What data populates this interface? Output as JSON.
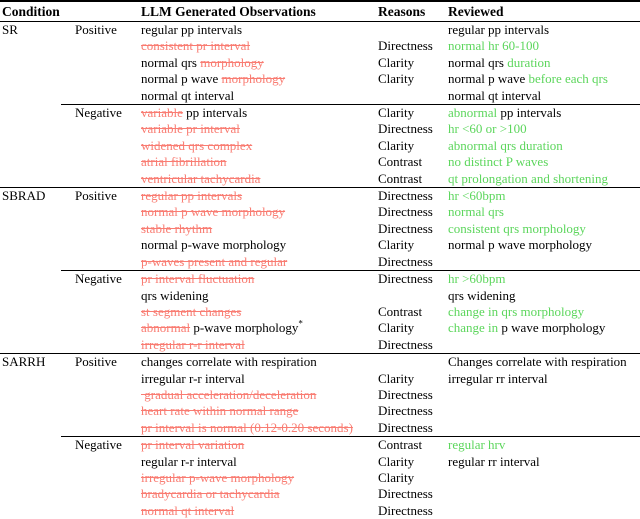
{
  "table": {
    "columns": {
      "condition": "Condition",
      "polarity": "",
      "observations": "LLM Generated Observations",
      "reasons": "Reasons",
      "reviewed": "Reviewed"
    },
    "colors": {
      "removed_text": "#f97c72",
      "added_text": "#5cd65c",
      "text": "#000000",
      "rule": "#000000"
    },
    "sections": [
      {
        "condition": "SR",
        "groups": [
          {
            "polarity": "Positive",
            "rows": [
              {
                "obs": [
                  [
                    "regular pp intervals",
                    "plain"
                  ]
                ],
                "reason": "",
                "rev": [
                  [
                    "regular pp intervals",
                    "plain"
                  ]
                ]
              },
              {
                "obs": [
                  [
                    "consistent pr interval",
                    "del"
                  ]
                ],
                "reason": "Directness",
                "rev": [
                  [
                    "normal hr 60-100",
                    "add"
                  ]
                ]
              },
              {
                "obs": [
                  [
                    "normal qrs ",
                    "plain"
                  ],
                  [
                    "morphology",
                    "del"
                  ]
                ],
                "reason": "Clarity",
                "rev": [
                  [
                    "normal qrs ",
                    "plain"
                  ],
                  [
                    "duration",
                    "add"
                  ]
                ]
              },
              {
                "obs": [
                  [
                    "normal p wave ",
                    "plain"
                  ],
                  [
                    "morphology",
                    "del"
                  ]
                ],
                "reason": "Clarity",
                "rev": [
                  [
                    "normal p wave ",
                    "plain"
                  ],
                  [
                    "before each qrs",
                    "add"
                  ]
                ]
              },
              {
                "obs": [
                  [
                    "normal qt interval",
                    "plain"
                  ]
                ],
                "reason": "",
                "rev": [
                  [
                    "normal qt interval",
                    "plain"
                  ]
                ]
              }
            ]
          },
          {
            "polarity": "Negative",
            "rows": [
              {
                "obs": [
                  [
                    "variable",
                    "del"
                  ],
                  [
                    " pp intervals",
                    "plain"
                  ]
                ],
                "reason": "Clarity",
                "rev": [
                  [
                    "abnormal",
                    "add"
                  ],
                  [
                    " pp intervals",
                    "plain"
                  ]
                ]
              },
              {
                "obs": [
                  [
                    "variable pr interval",
                    "del"
                  ]
                ],
                "reason": "Directness",
                "rev": [
                  [
                    "hr <60 or >100",
                    "add"
                  ]
                ]
              },
              {
                "obs": [
                  [
                    "widened qrs complex",
                    "del"
                  ]
                ],
                "reason": "Clarity",
                "rev": [
                  [
                    "abnormal qrs duration",
                    "add"
                  ]
                ]
              },
              {
                "obs": [
                  [
                    "atrial fibrillation",
                    "del"
                  ]
                ],
                "reason": "Contrast",
                "rev": [
                  [
                    "no distinct P waves",
                    "add"
                  ]
                ]
              },
              {
                "obs": [
                  [
                    "ventricular tachycardia",
                    "del"
                  ]
                ],
                "reason": "Contrast",
                "rev": [
                  [
                    "qt prolongation and shortening",
                    "add"
                  ]
                ]
              }
            ]
          }
        ]
      },
      {
        "condition": "SBRAD",
        "groups": [
          {
            "polarity": "Positive",
            "rows": [
              {
                "obs": [
                  [
                    "regular pp intervals",
                    "del"
                  ]
                ],
                "reason": "Directness",
                "rev": [
                  [
                    "hr <60bpm",
                    "add"
                  ]
                ]
              },
              {
                "obs": [
                  [
                    "normal p wave morphology",
                    "del"
                  ]
                ],
                "reason": "Directness",
                "rev": [
                  [
                    "normal qrs",
                    "add"
                  ]
                ]
              },
              {
                "obs": [
                  [
                    "stable rhythm",
                    "del"
                  ]
                ],
                "reason": "Directness",
                "rev": [
                  [
                    "consistent qrs morphology",
                    "add"
                  ]
                ]
              },
              {
                "obs": [
                  [
                    "normal p-wave morphology",
                    "plain"
                  ]
                ],
                "reason": "Clarity",
                "rev": [
                  [
                    "normal p wave morphology",
                    "plain"
                  ]
                ]
              },
              {
                "obs": [
                  [
                    "p-waves present and regular",
                    "del"
                  ]
                ],
                "reason": "Directness",
                "rev": []
              }
            ]
          },
          {
            "polarity": "Negative",
            "rows": [
              {
                "obs": [
                  [
                    "pr interval fluctuation",
                    "del"
                  ]
                ],
                "reason": "Directness",
                "rev": [
                  [
                    "hr >60bpm",
                    "add"
                  ]
                ]
              },
              {
                "obs": [
                  [
                    "qrs widening",
                    "plain"
                  ]
                ],
                "reason": "",
                "rev": [
                  [
                    "qrs widening",
                    "plain"
                  ]
                ]
              },
              {
                "obs": [
                  [
                    "st segment changes",
                    "del"
                  ]
                ],
                "reason": "Contrast",
                "rev": [
                  [
                    "change in qrs morphology",
                    "add"
                  ]
                ]
              },
              {
                "obs": [
                  [
                    "abnormal",
                    "del"
                  ],
                  [
                    " p-wave morphology",
                    "plain"
                  ],
                  [
                    "*",
                    "sup"
                  ]
                ],
                "reason": "Clarity",
                "rev": [
                  [
                    "change in ",
                    "add"
                  ],
                  [
                    "p wave morphology",
                    "plain"
                  ]
                ]
              },
              {
                "obs": [
                  [
                    "irregular r-r interval",
                    "del"
                  ]
                ],
                "reason": "Directness",
                "rev": []
              }
            ]
          }
        ]
      },
      {
        "condition": "SARRH",
        "groups": [
          {
            "polarity": "Positive",
            "rows": [
              {
                "obs": [
                  [
                    "changes correlate with respiration",
                    "plain"
                  ]
                ],
                "reason": "",
                "rev": [
                  [
                    "Changes correlate with respiration",
                    "plain"
                  ]
                ]
              },
              {
                "obs": [
                  [
                    "irregular r-r interval",
                    "plain"
                  ]
                ],
                "reason": "Clarity",
                "rev": [
                  [
                    "irregular rr interval",
                    "plain"
                  ]
                ]
              },
              {
                "obs": [
                  [
                    " gradual acceleration/deceleration",
                    "del"
                  ]
                ],
                "reason": "Directness",
                "rev": []
              },
              {
                "obs": [
                  [
                    "heart rate within normal range",
                    "del"
                  ]
                ],
                "reason": "Directness",
                "rev": []
              },
              {
                "obs": [
                  [
                    "pr interval is normal (0.12-0.20 seconds)",
                    "del"
                  ]
                ],
                "reason": "Directness",
                "rev": []
              }
            ]
          },
          {
            "polarity": "Negative",
            "rows": [
              {
                "obs": [
                  [
                    "pr interval variation",
                    "del"
                  ]
                ],
                "reason": "Contrast",
                "rev": [
                  [
                    "regular hrv",
                    "add"
                  ]
                ]
              },
              {
                "obs": [
                  [
                    "regular r-r interval",
                    "plain"
                  ]
                ],
                "reason": "Clarity",
                "rev": [
                  [
                    "regular rr interval",
                    "plain"
                  ]
                ]
              },
              {
                "obs": [
                  [
                    "irregular p-wave morphology",
                    "del"
                  ]
                ],
                "reason": "Clarity",
                "rev": []
              },
              {
                "obs": [
                  [
                    "bradycardia or tachycardia",
                    "del"
                  ]
                ],
                "reason": "Directness",
                "rev": []
              },
              {
                "obs": [
                  [
                    "normal qt interval",
                    "del"
                  ]
                ],
                "reason": "Directness",
                "rev": []
              }
            ]
          }
        ]
      }
    ]
  }
}
